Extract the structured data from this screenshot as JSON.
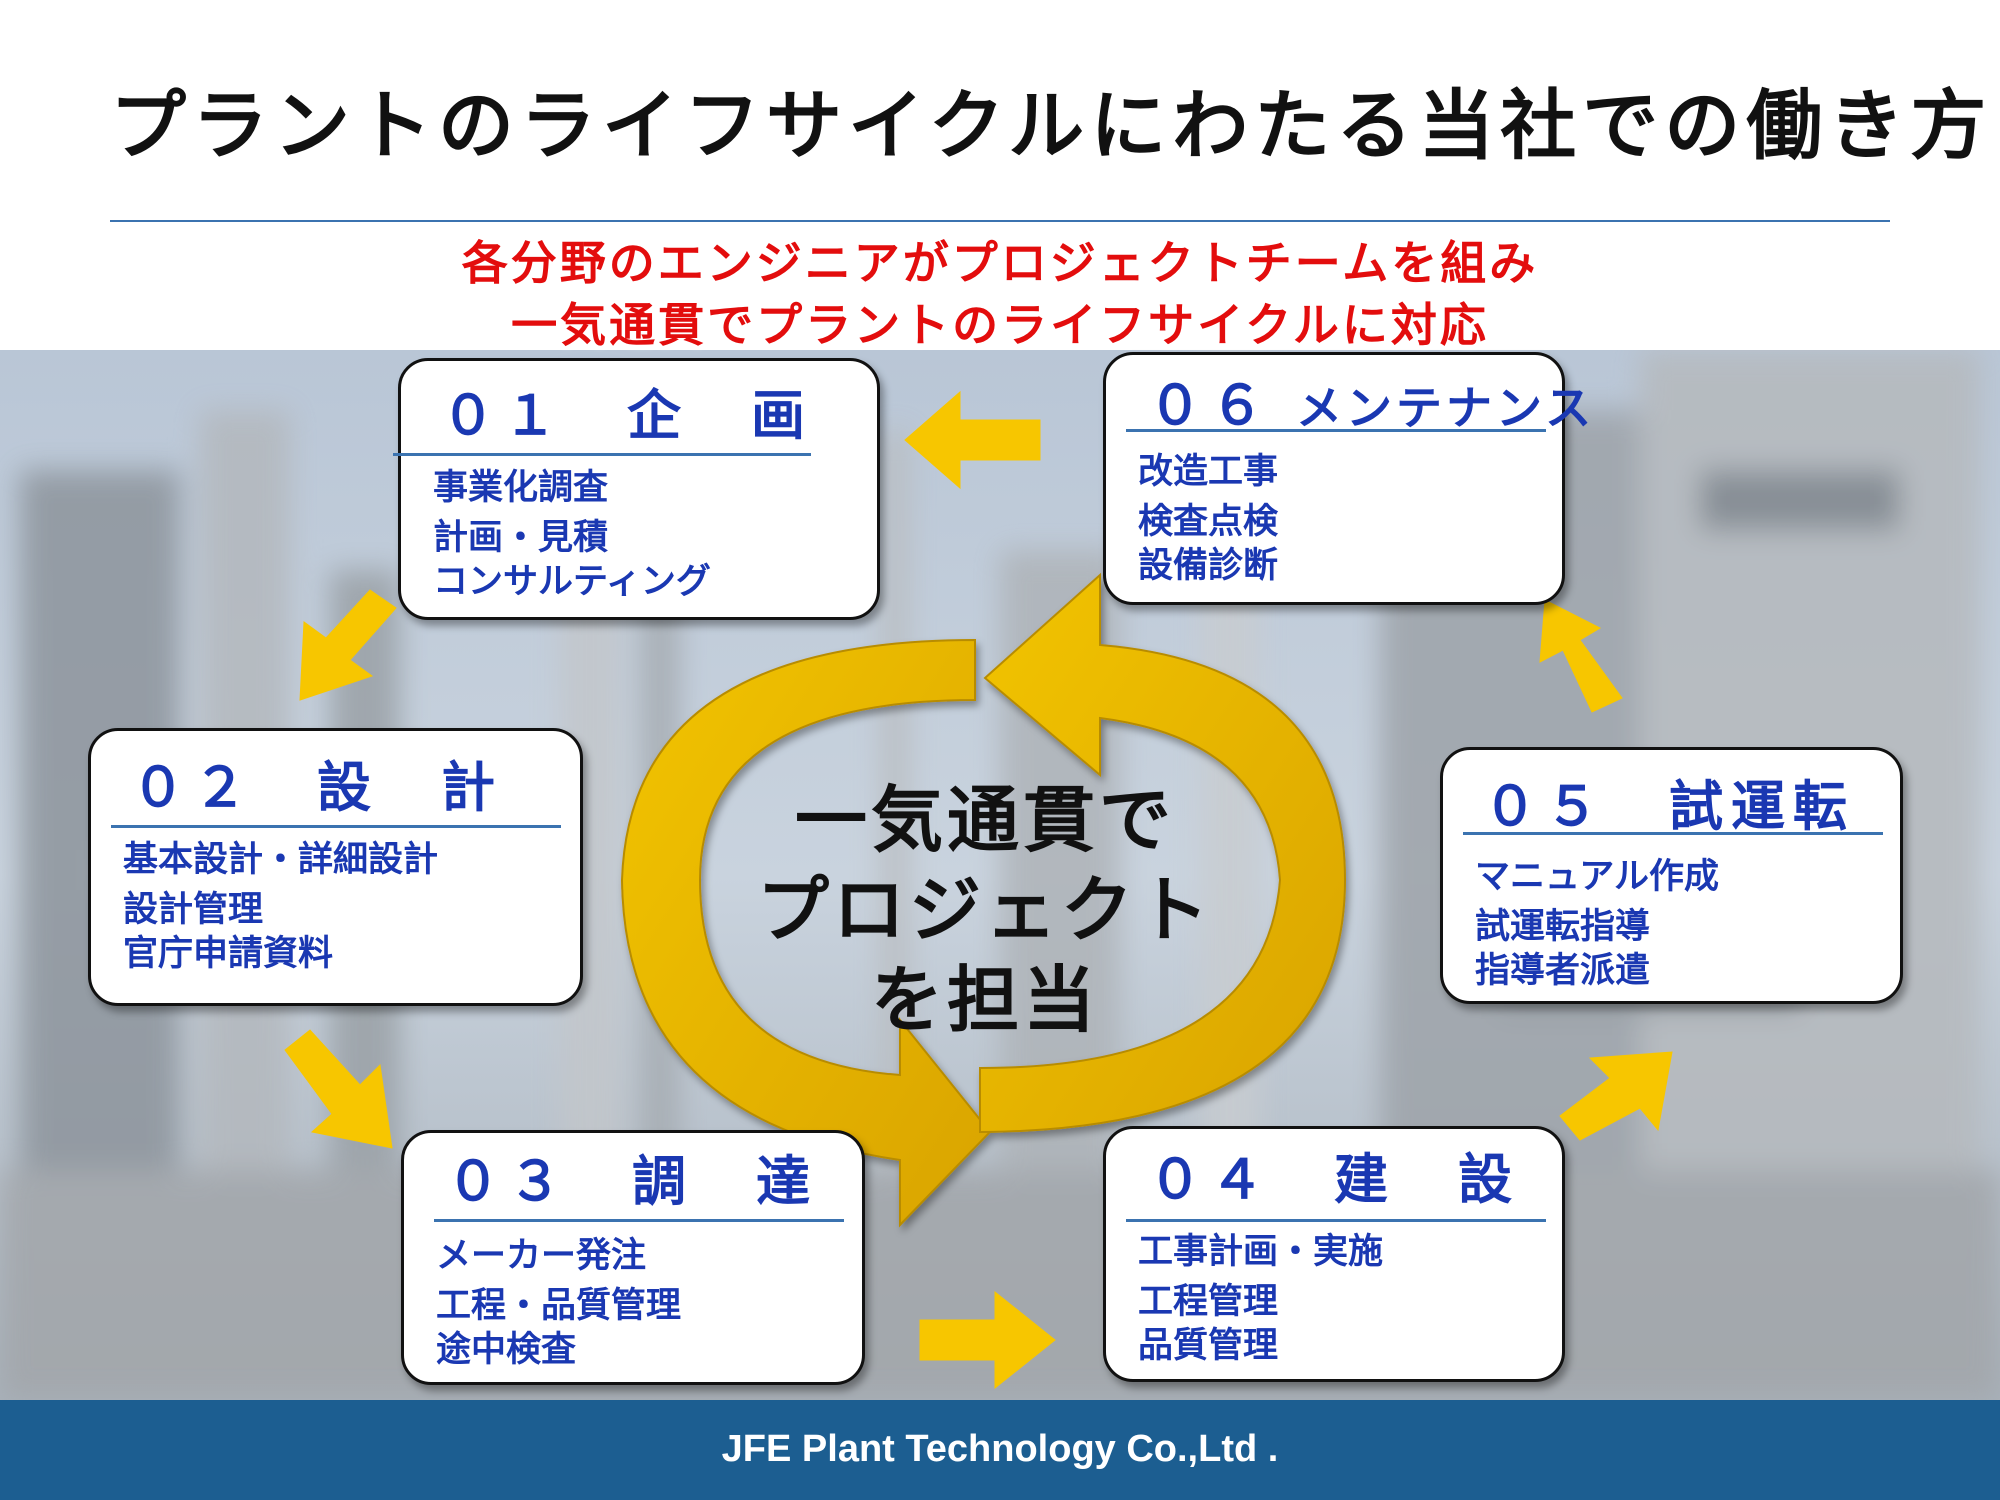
{
  "title": "プラントのライフサイクルにわたる当社での働き方",
  "subtitle": {
    "line1": "各分野のエンジニアがプロジェクトチームを組み",
    "line2": "一気通貫でプラントのライフサイクルに対応"
  },
  "center": {
    "line1": "一気通貫で",
    "line2": "プロジェクト",
    "line3": "を担当"
  },
  "phases": [
    {
      "number": "０１",
      "title": "企　画",
      "items": [
        "事業化調査",
        "計画・見積",
        "コンサルティング"
      ]
    },
    {
      "number": "０２",
      "title": "設　計",
      "items": [
        "基本設計・詳細設計",
        "設計管理",
        "官庁申請資料"
      ]
    },
    {
      "number": "０３",
      "title": "調　達",
      "items": [
        "メーカー発注",
        "工程・品質管理",
        "途中検査"
      ]
    },
    {
      "number": "０４",
      "title": "建　設",
      "items": [
        "工事計画・実施",
        "工程管理",
        "品質管理"
      ]
    },
    {
      "number": "０５",
      "title": "試運転",
      "items": [
        "マニュアル作成",
        "試運転指導",
        "指導者派遣"
      ]
    },
    {
      "number": "０６",
      "title": "メンテナンス",
      "items": [
        "改造工事",
        "検査点検",
        "設備診断"
      ]
    }
  ],
  "footer": "JFE Plant Technology Co.,Ltd .",
  "colors": {
    "accent_red": "#e30d0d",
    "box_text_blue": "#1a38b2",
    "arrow_yellow": "#f7c600",
    "cycle_gold": "#e0ac00",
    "footer_blue": "#1c5e91"
  }
}
